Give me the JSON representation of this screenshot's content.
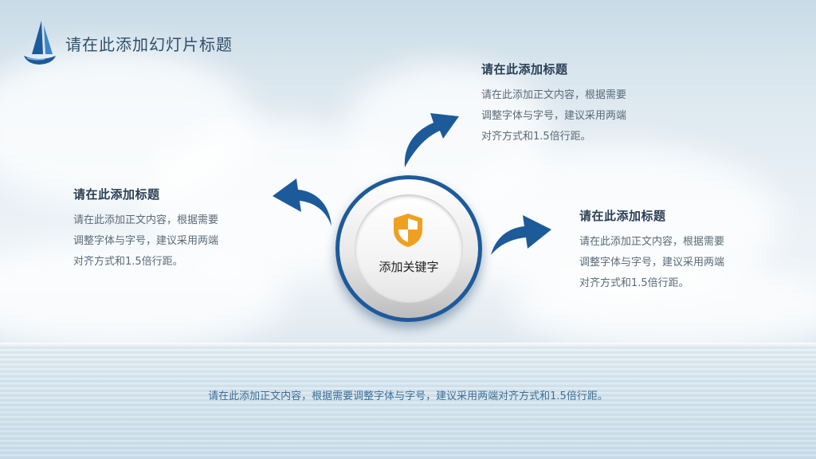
{
  "slide": {
    "title": "请在此添加幻灯片标题",
    "center_keyword": "添加关键字",
    "footer": "请在此添加正文内容，根据需要调整字体与字号，建议采用两端对齐方式和1.5倍行距。"
  },
  "blocks": [
    {
      "title": "请在此添加标题",
      "lines": [
        "请在此添加正文内容，根据需要",
        "调整字体与字号，建议采用两端",
        "对齐方式和1.5倍行距。"
      ]
    },
    {
      "title": "请在此添加标题",
      "lines": [
        "请在此添加正文内容，根据需要",
        "调整字体与字号，建议采用两端",
        "对齐方式和1.5倍行距。"
      ]
    },
    {
      "title": "请在此添加标题",
      "lines": [
        "请在此添加正文内容，根据需要",
        "调整字体与字号，建议采用两端",
        "对齐方式和1.5倍行距。"
      ]
    }
  ],
  "icons": {
    "logo": "sailboat-icon",
    "center": "shield-icon",
    "arrows": "curved-arrow-icon"
  },
  "colors": {
    "accent": "#1d5a9a",
    "shield_orange": "#f0a020",
    "title_text": "#2f4f6a",
    "footer_text": "#3c6f98"
  }
}
